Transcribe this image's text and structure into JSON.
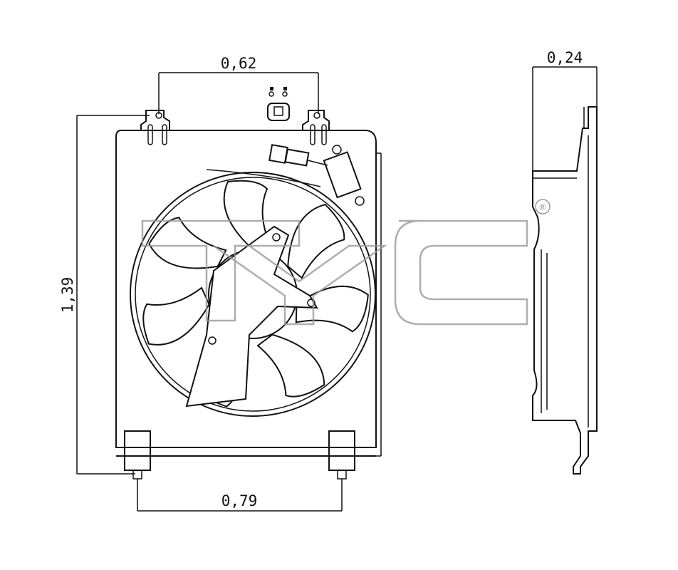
{
  "drawing": {
    "dimensions": {
      "top_width": "0,62",
      "side_depth": "0,24",
      "height": "1,39",
      "bottom_width": "0,79"
    },
    "watermark": {
      "logo_text": "TYC",
      "registered_mark": "®"
    },
    "colors": {
      "line": "#111111",
      "watermark": "#9a9a9a",
      "background": "#ffffff"
    }
  }
}
